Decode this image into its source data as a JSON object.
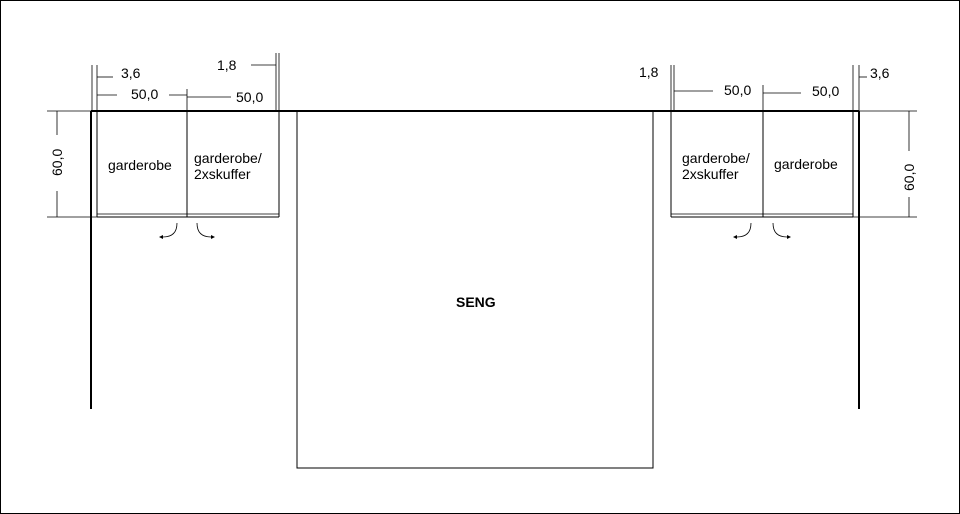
{
  "cabinets": {
    "left_outer": "garderobe",
    "left_inner_line1": "garderobe/",
    "left_inner_line2": "2xskuffer",
    "right_inner_line1": "garderobe/",
    "right_inner_line2": "2xskuffer",
    "right_outer": "garderobe"
  },
  "bed": {
    "label": "SENG"
  },
  "dimensions": {
    "left_side_gap": "3,6",
    "left_top_gap": "1,8",
    "left_width_a": "50,0",
    "left_width_b": "50,0",
    "left_depth": "60,0",
    "right_top_gap": "1,8",
    "right_side_gap": "3,6",
    "right_width_a": "50,0",
    "right_width_b": "50,0",
    "right_depth": "60,0"
  }
}
